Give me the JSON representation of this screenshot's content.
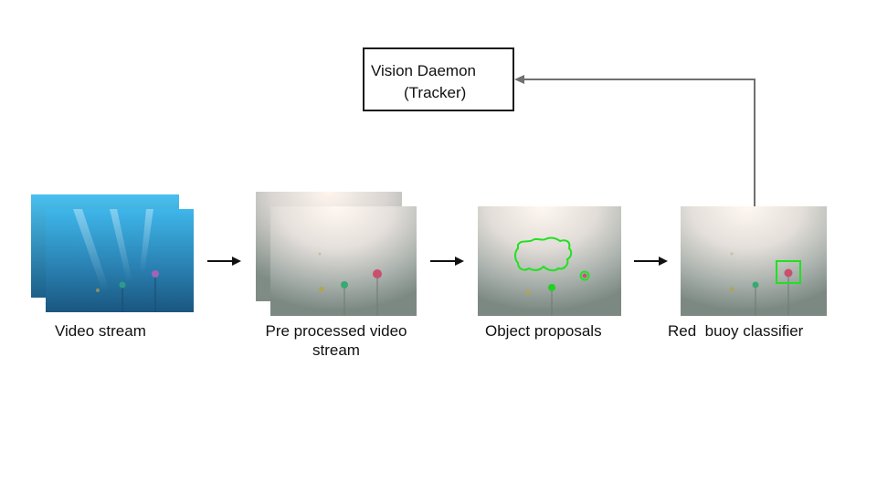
{
  "daemon": {
    "title": "Vision Daemon",
    "subtitle": "(Tracker)"
  },
  "stages": [
    {
      "id": "video-stream",
      "label": "Video stream"
    },
    {
      "id": "preprocessed",
      "label": "Pre processed video stream"
    },
    {
      "id": "object-proposals",
      "label": "Object proposals"
    },
    {
      "id": "red-buoy-classifier",
      "label": "Red  buoy classifier"
    }
  ],
  "colors": {
    "underwater_top": "#3fb2e6",
    "underwater_bottom": "#1a5f86",
    "processed_glow": "#fff4ec",
    "processed_base": "#8e9b96",
    "highlight": "#22e022",
    "buoy_red": "#c8506e",
    "buoy_green": "#3aa872",
    "buoy_yellow": "#b0a45a",
    "arrow_gray": "#707070"
  }
}
